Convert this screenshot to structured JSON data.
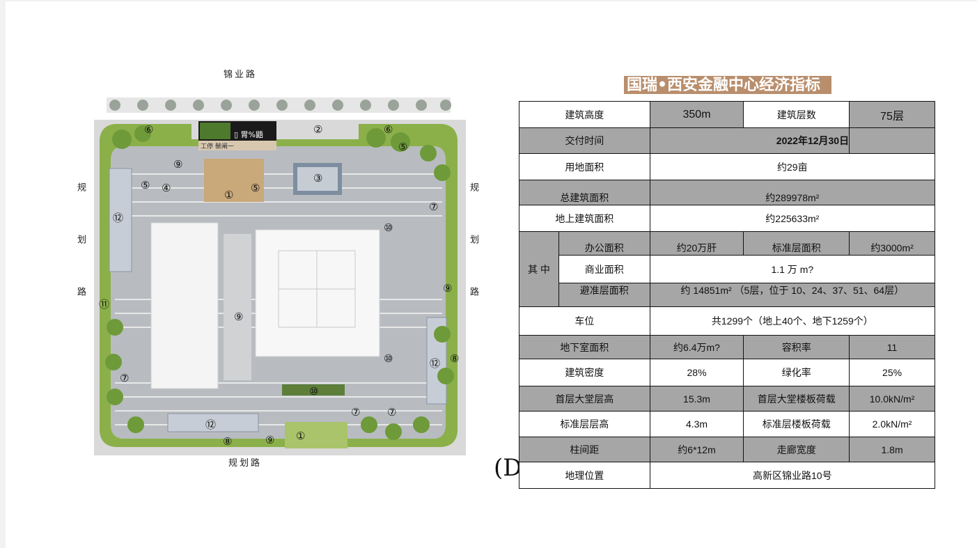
{
  "plan": {
    "road_top": "锦业路",
    "road_bottom": "规划路",
    "road_left": "规划路",
    "road_right": "规划路",
    "legend_box": {
      "line1": "▯ 胃%鼯",
      "line2": "工停 鬃阐一"
    },
    "markers": [
      "⑥",
      "②",
      "⑥",
      "⑤",
      "⑨",
      "⑤",
      "④",
      "①",
      "⑤",
      "③",
      "⑫",
      "⑦",
      "⑩",
      "⑨",
      "⑪",
      "⑨",
      "⑫",
      "⑩",
      "⑦",
      "⑩",
      "⑫",
      "⑦",
      "⑦",
      "⑧",
      "⑨",
      "①",
      "⑧"
    ]
  },
  "stray_text": "(D",
  "title": "国瑞•西安金融中心经济指标",
  "table": {
    "height_label": "建筑高度",
    "height_value": "350m",
    "floors_label": "建筑层数",
    "floors_value": "75层",
    "delivery_label": "交付时间",
    "delivery_value": "2022年12月30日",
    "land_label": "用地面积",
    "land_value": "约29亩",
    "total_label": "总建筑面积",
    "total_value": "约289978m²",
    "above_label": "地上建筑面积",
    "above_value": "约225633m²",
    "of_which": "其 中",
    "office_label": "办公面积",
    "office_value": "约20万肝",
    "std_area_label": "标准层面积",
    "std_area_value": "约3000m²",
    "retail_label": "商业面积",
    "retail_value": "1.1 万 m?",
    "refuge_label": "避准层面积",
    "refuge_value": "约 14851m² （5层，位于 10、24、37、51、64层）",
    "parking_label": "车位",
    "parking_value": "共1299个（地上40个、地下1259个）",
    "basement_label": "地下室面积",
    "basement_value": "约6.4万m?",
    "far_label": "容积率",
    "far_value": "11",
    "density_label": "建筑密度",
    "density_value": "28%",
    "green_label": "绿化率",
    "green_value": "25%",
    "lobby_h_label": "首层大堂层高",
    "lobby_h_value": "15.3m",
    "lobby_load_label": "首层大堂楼板荷载",
    "lobby_load_value": "10.0kN/m²",
    "std_h_label": "标准层层高",
    "std_h_value": "4.3m",
    "std_load_label": "标准层楼板荷载",
    "std_load_value": "2.0kN/m²",
    "column_label": "柱间距",
    "column_value": "约6*12m",
    "corridor_label": "走廊宽度",
    "corridor_value": "1.8m",
    "location_label": "地理位置",
    "location_value": "高新区锦业路10号"
  }
}
